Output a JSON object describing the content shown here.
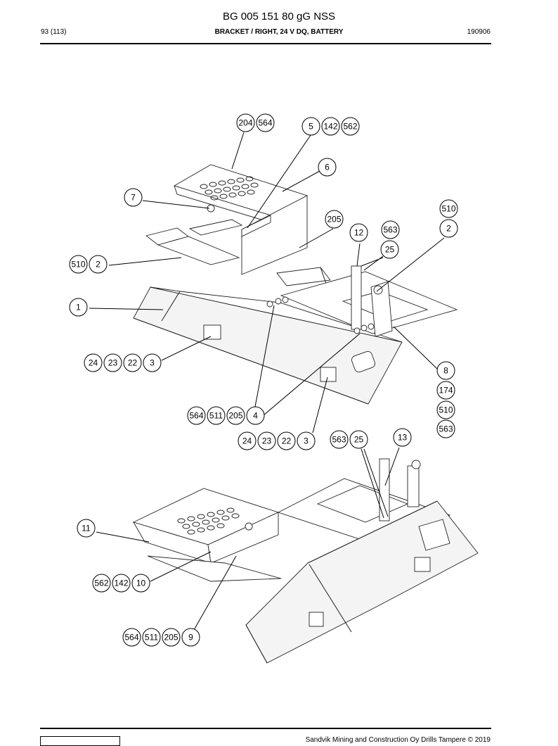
{
  "header": {
    "doc_title": "BG 005 151 80 gG NSS",
    "page": "93 (113)",
    "subtitle": "BRACKET / RIGHT, 24 V DQ, BATTERY",
    "date": "190906"
  },
  "footer": {
    "copyright": "Sandvik Mining and Construction Oy Drills Tampere © 2019"
  },
  "callouts": [
    [
      "204",
      "564"
    ],
    [
      "5",
      "142",
      "562"
    ],
    [
      "6"
    ],
    [
      "7"
    ],
    [
      "205"
    ],
    [
      "510"
    ],
    [
      "2"
    ],
    [
      "12"
    ],
    [
      "563"
    ],
    [
      "25"
    ],
    [
      "510",
      "2"
    ],
    [
      "1"
    ],
    [
      "24",
      "23",
      "22",
      "3"
    ],
    [
      "8"
    ],
    [
      "174"
    ],
    [
      "510"
    ],
    [
      "563"
    ],
    [
      "564",
      "511",
      "205",
      "4"
    ],
    [
      "24",
      "23",
      "22",
      "3"
    ],
    [
      "563",
      "25"
    ],
    [
      "13"
    ],
    [
      "11"
    ],
    [
      "562",
      "142",
      "10"
    ],
    [
      "564",
      "511",
      "205",
      "9"
    ]
  ]
}
